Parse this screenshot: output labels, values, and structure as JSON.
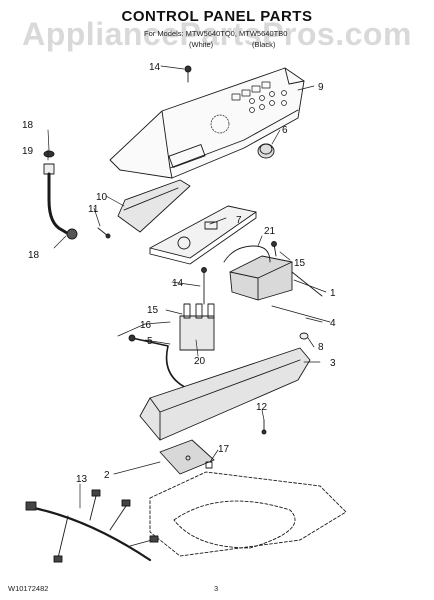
{
  "header": {
    "title": "CONTROL PANEL PARTS",
    "for_models": "For Models: MTW5640TQ0, MTW5640TB0",
    "variant_white": "(White)",
    "variant_black": "(Black)"
  },
  "watermark": "AppliancePartsPros.com",
  "footer": {
    "doc_number": "W10172482",
    "page_number": "3"
  },
  "callouts": [
    "1",
    "2",
    "3",
    "4",
    "5",
    "6",
    "7",
    "8",
    "9",
    "10",
    "11",
    "12",
    "13",
    "14",
    "14",
    "15",
    "15",
    "16",
    "17",
    "18",
    "18",
    "19",
    "20",
    "21"
  ]
}
